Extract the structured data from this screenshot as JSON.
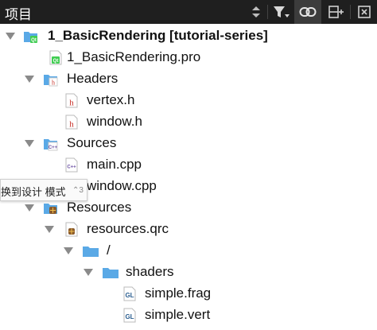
{
  "header": {
    "title": "项目",
    "icons": [
      "sort-icon",
      "filter-icon",
      "link-icon",
      "split-icon",
      "close-icon"
    ]
  },
  "tree": [
    {
      "label": "1_BasicRendering [tutorial-series]",
      "icon": "qt-project-folder-icon",
      "expanded": true,
      "bold": true
    },
    {
      "label": "1_BasicRendering.pro",
      "icon": "qt-pro-file-icon"
    },
    {
      "label": "Headers",
      "icon": "headers-folder-icon",
      "expanded": true
    },
    {
      "label": "vertex.h",
      "icon": "header-file-icon"
    },
    {
      "label": "window.h",
      "icon": "header-file-icon"
    },
    {
      "label": "Sources",
      "icon": "sources-folder-icon",
      "expanded": true
    },
    {
      "label": "main.cpp",
      "icon": "cpp-file-icon"
    },
    {
      "label": "window.cpp",
      "icon": "cpp-file-icon"
    },
    {
      "label": "Resources",
      "icon": "resources-folder-icon",
      "expanded": true
    },
    {
      "label": "resources.qrc",
      "icon": "qrc-file-icon",
      "expanded": true
    },
    {
      "label": "/",
      "icon": "folder-icon",
      "expanded": true
    },
    {
      "label": "shaders",
      "icon": "folder-icon",
      "expanded": true
    },
    {
      "label": "simple.frag",
      "icon": "gl-file-icon"
    },
    {
      "label": "simple.vert",
      "icon": "gl-file-icon"
    }
  ],
  "tooltip": {
    "text": "换到设计 模式",
    "shortcut": "⌃3"
  },
  "colors": {
    "header_bg": "#1f1f1f",
    "folder_blue": "#5aa9e6",
    "qt_green": "#41cd52",
    "header_red": "#c8342c",
    "cpp_purple": "#6b4fa3"
  }
}
